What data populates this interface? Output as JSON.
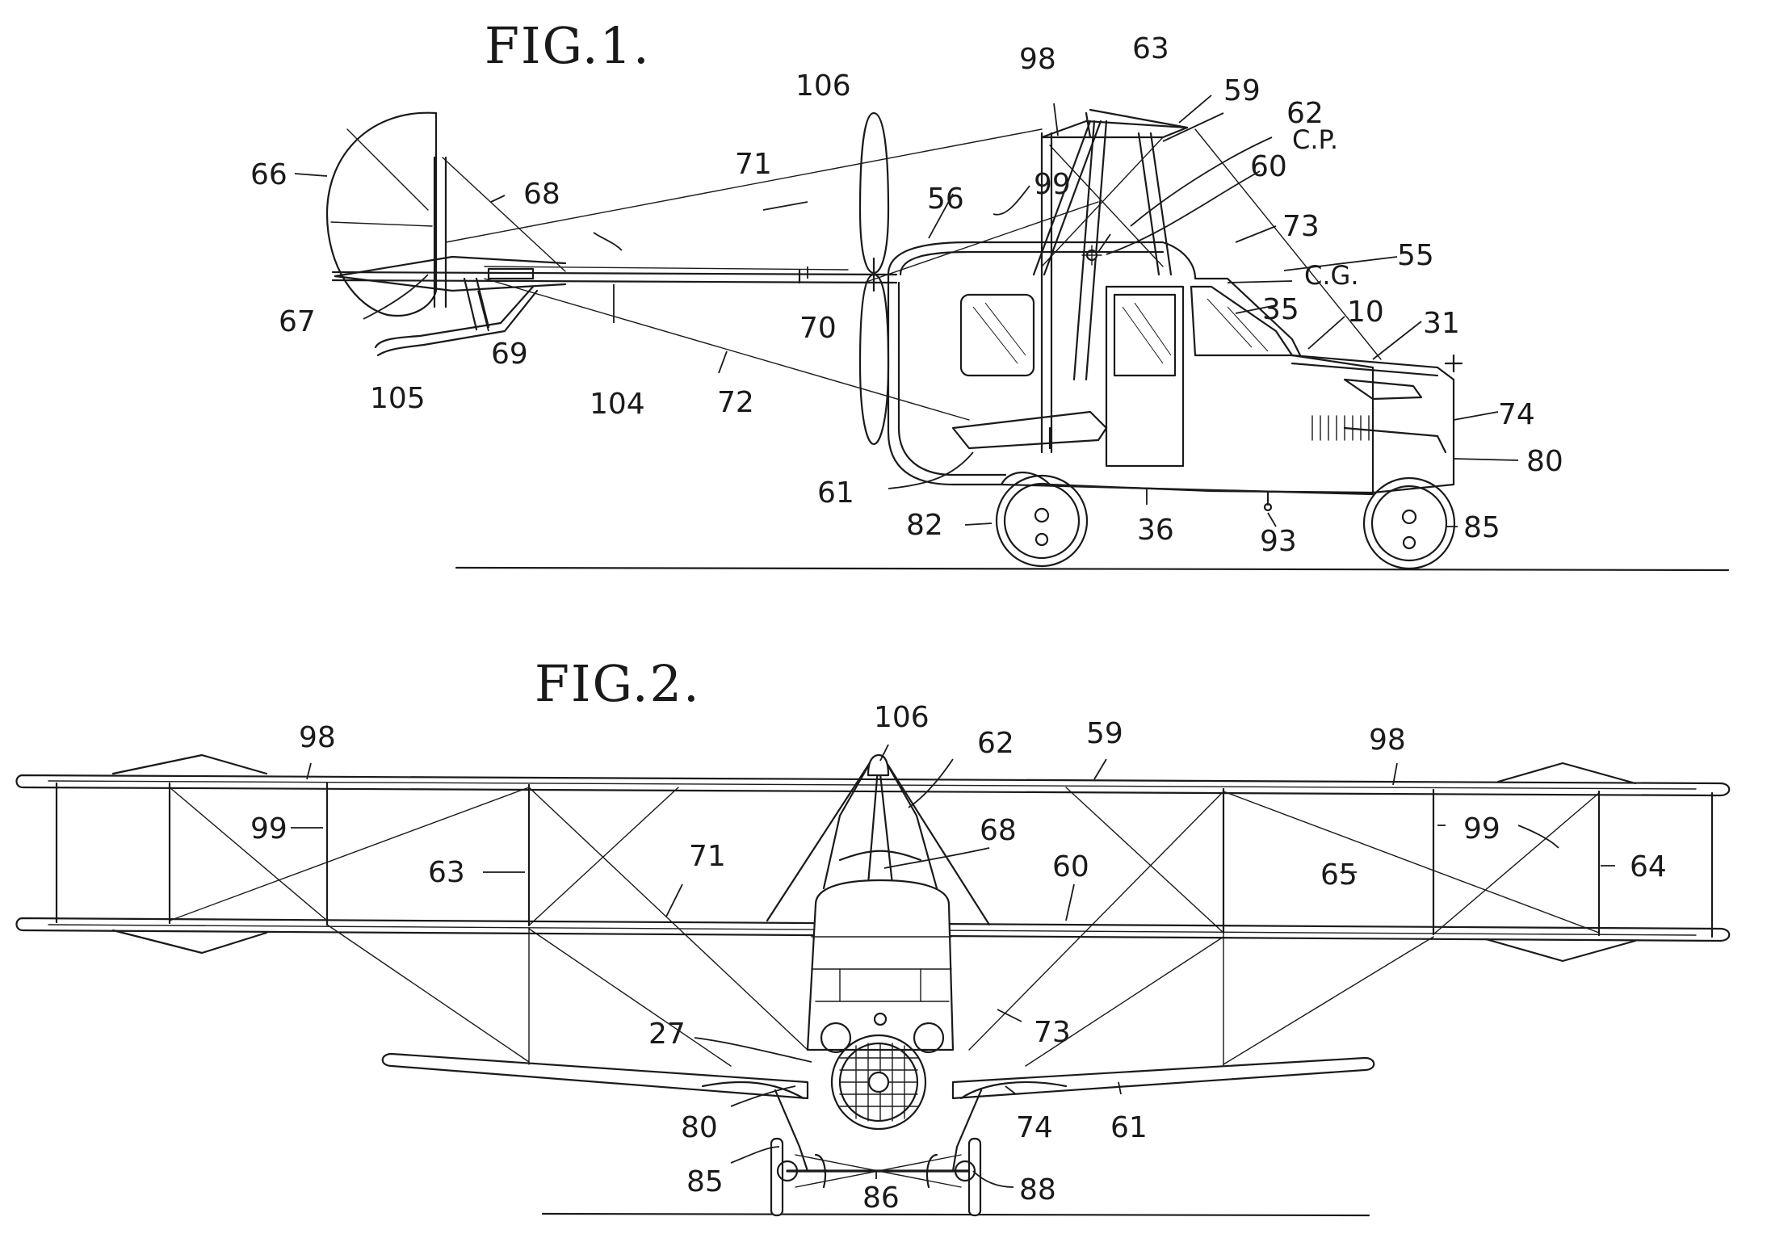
{
  "figures": [
    {
      "id": "fig1",
      "title": "FIG.1.",
      "labels": [
        "106",
        "98",
        "63",
        "59",
        "62",
        "C.P.",
        "60",
        "66",
        "68",
        "71",
        "99",
        "56",
        "73",
        "55",
        "C.G.",
        "35",
        "10",
        "31",
        "67",
        "70",
        "105",
        "69",
        "104",
        "72",
        "74",
        "80",
        "61",
        "82",
        "36",
        "93",
        "85"
      ]
    },
    {
      "id": "fig2",
      "title": "FIG.2.",
      "labels": [
        "106",
        "62",
        "59",
        "98",
        "98",
        "99",
        "99",
        "63",
        "71",
        "68",
        "60",
        "65",
        "64",
        "73",
        "27",
        "80",
        "74",
        "61",
        "85",
        "86",
        "88"
      ]
    }
  ],
  "colors": {
    "ink": "#1a1a1a",
    "paper": "#ffffff"
  }
}
